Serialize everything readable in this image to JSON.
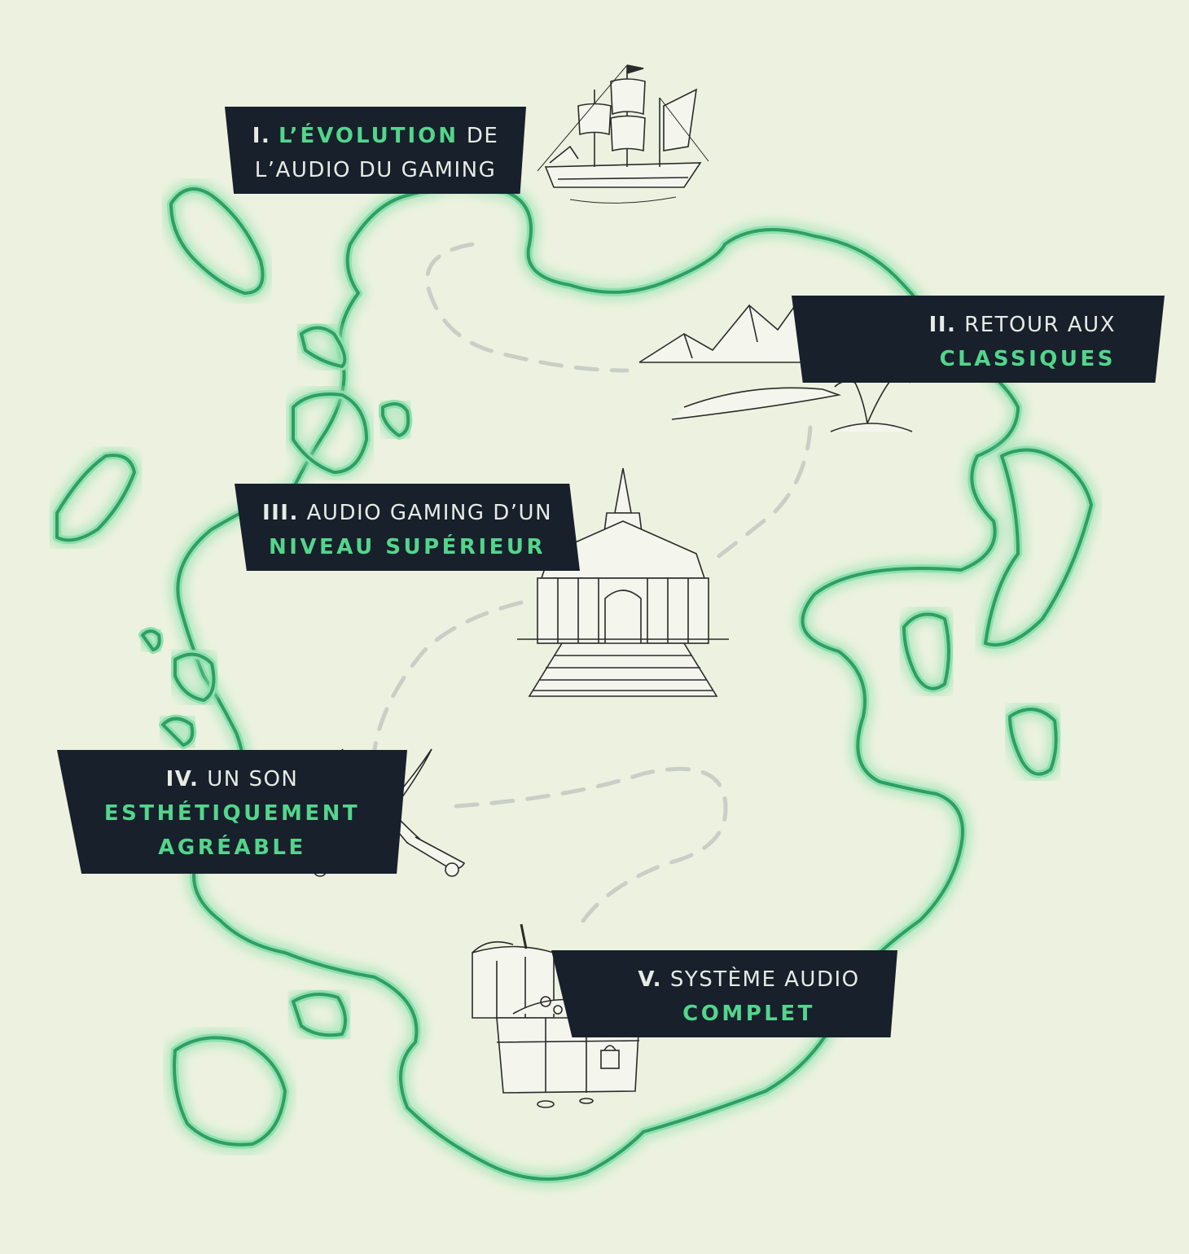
{
  "stages": [
    {
      "numeral": "I.",
      "text_plain": "",
      "text_highlight": "L’ÉVOLUTION",
      "text_after": "DE",
      "line2": "L’AUDIO DU GAMING"
    },
    {
      "numeral": "II.",
      "text_plain": "RETOUR AUX",
      "line2_highlight": "CLASSIQUES"
    },
    {
      "numeral": "III.",
      "text_plain": "AUDIO GAMING D’UN",
      "line2_highlight": "NIVEAU SUPÉRIEUR"
    },
    {
      "numeral": "IV.",
      "text_plain": "UN SON",
      "line2_highlight": "ESTHÉTIQUEMENT",
      "line3_highlight": "AGRÉABLE"
    },
    {
      "numeral": "V.",
      "text_plain": "SYSTÈME AUDIO",
      "line2_highlight": "COMPLET"
    }
  ],
  "illustrations": [
    "sailing-ship",
    "mountain-island",
    "temple",
    "crossed-sabres",
    "treasure-chest"
  ],
  "colors": {
    "background": "#ecf2df",
    "banner": "#17202b",
    "highlight": "#53d58c",
    "coast": "#2f9e63",
    "coast_glow": "#8fe0ae",
    "trail": "#c9cfc6"
  }
}
